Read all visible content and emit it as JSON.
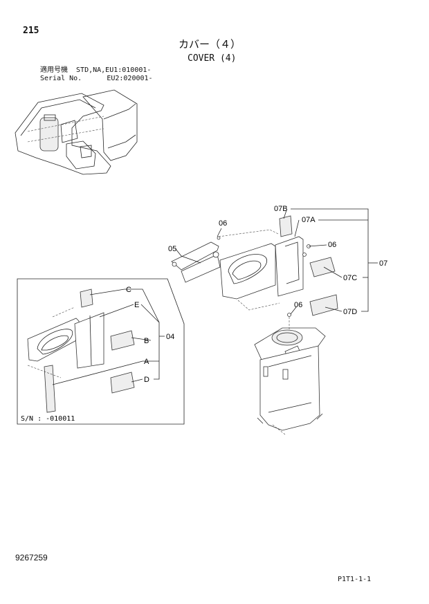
{
  "page_number": "215",
  "title_jp": "カバー（４）",
  "title_en": "COVER (4)",
  "serial_info": "適用号機  STD,NA,EU1:010001-\nSerial No.      EU2:020001-",
  "document_number": "9267259",
  "catalog_code": "P1T1-1-1",
  "inset_note": "S/N : -010011",
  "callouts": {
    "l05": "05",
    "l06a": "06",
    "l06b": "06",
    "l06c": "06",
    "l07": "07",
    "l07A": "07A",
    "l07B": "07B",
    "l07C": "07C",
    "l07D": "07D",
    "l04": "04",
    "lA": "A",
    "lB": "B",
    "lC": "C",
    "lD": "D",
    "lE": "E"
  }
}
